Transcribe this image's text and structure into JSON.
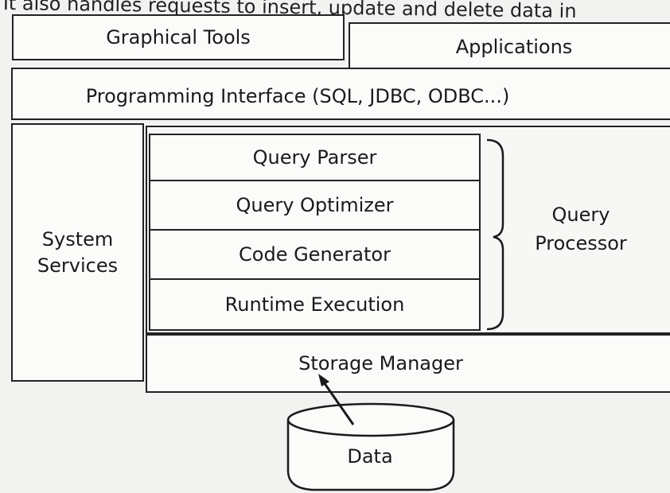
{
  "caption": "It also handles requests to insert, update and delete data in",
  "layers": {
    "graphical_tools": "Graphical Tools",
    "applications": "Applications",
    "programming_interface": "Programming Interface (SQL, JDBC, ODBC...)",
    "system_services": "System Services",
    "query_parser": "Query Parser",
    "query_optimizer": "Query Optimizer",
    "code_generator": "Code Generator",
    "runtime_execution": "Runtime Execution",
    "query_processor": "Query Processor",
    "storage_manager": "Storage Manager",
    "data": "Data"
  }
}
